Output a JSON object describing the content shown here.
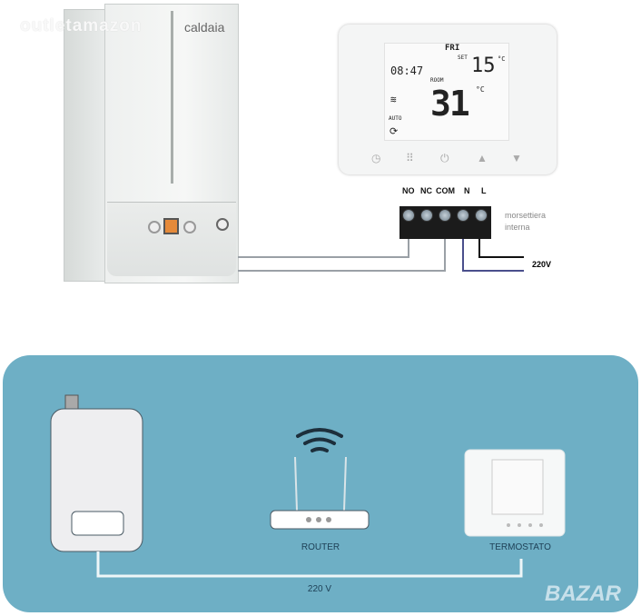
{
  "watermark_top": "outletamazon",
  "boiler_label": "caldaia",
  "thermostat_display": {
    "day": "FRI",
    "set_label": "SET",
    "set_temp": "15",
    "unit": "°C",
    "clock": "08:47",
    "room_label": "ROOM",
    "room_temp": "31",
    "mode": "AUTO"
  },
  "terminals": [
    "NO",
    "NC",
    "COM",
    "N",
    "L"
  ],
  "terminal_note": [
    "morsettiera",
    "interna"
  ],
  "voltage_top": "220V",
  "diagram": {
    "router_label": "ROUTER",
    "thermostat_label": "TERMOSTATO",
    "voltage": "220 V"
  },
  "watermark_bottom": "BAZAR",
  "colors": {
    "panel": "#6eafc5",
    "neutral_wire": "#4a4f8c",
    "live_wire": "#111111"
  }
}
